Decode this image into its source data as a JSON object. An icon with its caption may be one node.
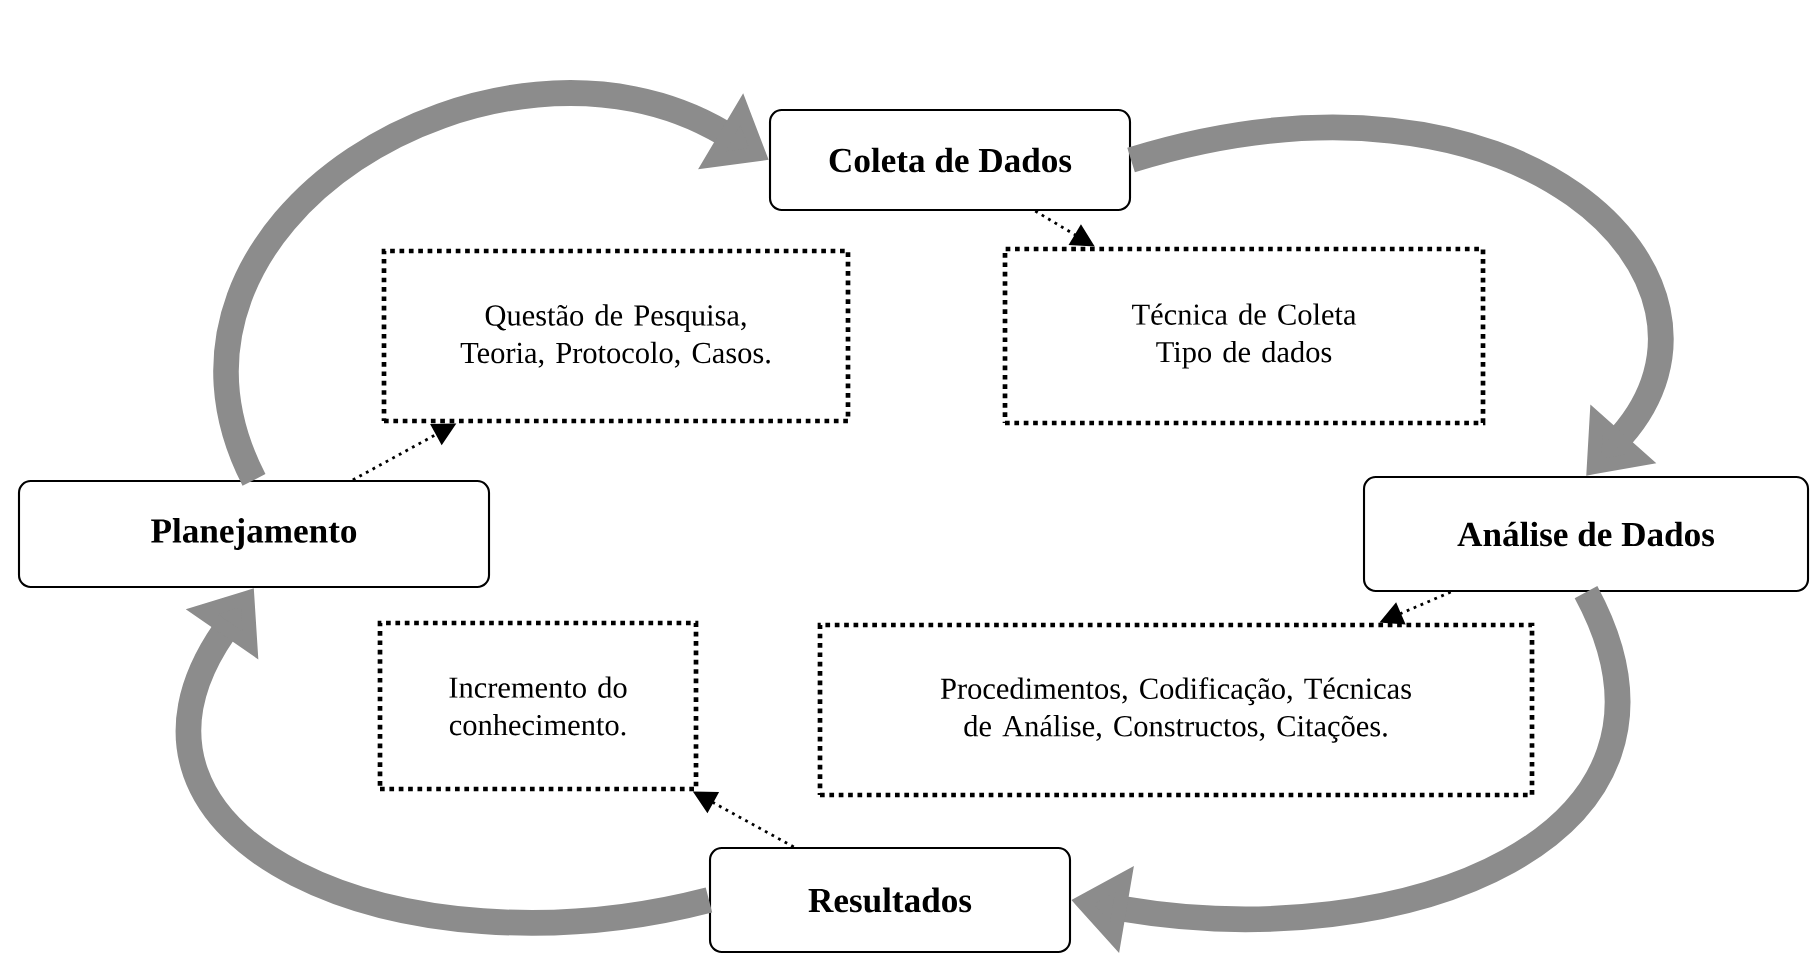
{
  "diagram": {
    "nodes": [
      {
        "text": [
          "Coleta de Dados"
        ]
      },
      {
        "text": [
          "Questão de Pesquisa, Teoria, Protocolo, Casos."
        ]
      },
      {
        "text": [
          "Técnica de Coleta Tipo de dados"
        ]
      },
      {
        "text": [
          "Planejamento"
        ]
      },
      {
        "text": [
          "Análise de Dados"
        ]
      },
      {
        "text": [
          "Incremento do conhecimento."
        ]
      },
      {
        "text": [
          "Procedimentos, Codificação, Técnicas de Análise, Constructos, Citações."
        ]
      },
      {
        "text": [
          "Resultados"
        ]
      }
    ],
    "edges": [
      {
        "from": 3,
        "to": 0,
        "arrow": "to",
        "style": "thick"
      },
      {
        "from": 0,
        "to": 4,
        "arrow": "to",
        "style": "thick"
      },
      {
        "from": 4,
        "to": 7,
        "arrow": "to",
        "style": "thick"
      },
      {
        "from": 7,
        "to": 3,
        "arrow": "to",
        "style": "thick"
      },
      {
        "from": 0,
        "to": 2,
        "arrow": "to",
        "style": "dashed",
        "color": "#000000"
      },
      {
        "from": 3,
        "to": 1,
        "arrow": "to",
        "style": "dashed",
        "color": "#000000"
      },
      {
        "from": 4,
        "to": 6,
        "arrow": "to",
        "style": "dashed",
        "color": "#000000"
      },
      {
        "from": 7,
        "to": 5,
        "arrow": "to",
        "style": "dashed",
        "color": "#000000"
      }
    ]
  }
}
